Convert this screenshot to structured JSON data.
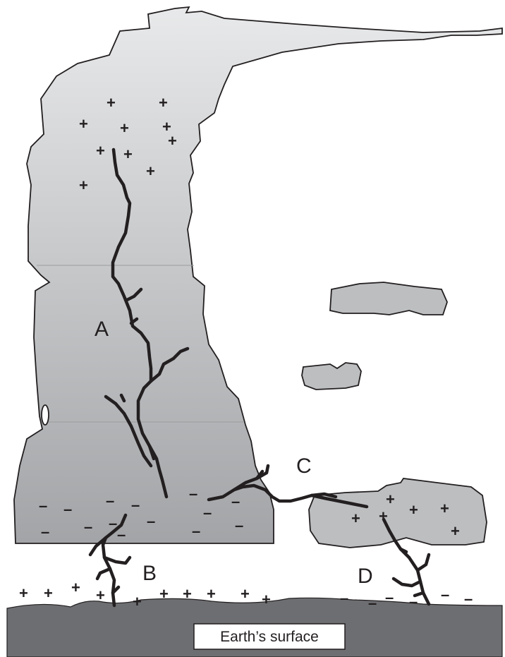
{
  "labels": {
    "a": "A",
    "b": "B",
    "c": "C",
    "d": "D",
    "surface": "Earth’s surface"
  },
  "symbols": {
    "plus": "+",
    "minus": "–"
  },
  "colors": {
    "cloud_top": "#e6e7e8",
    "cloud_bottom": "#a7a9ac",
    "small_cloud": "#bcbec0",
    "ground": "#6d6e71",
    "ink": "#231f20"
  }
}
